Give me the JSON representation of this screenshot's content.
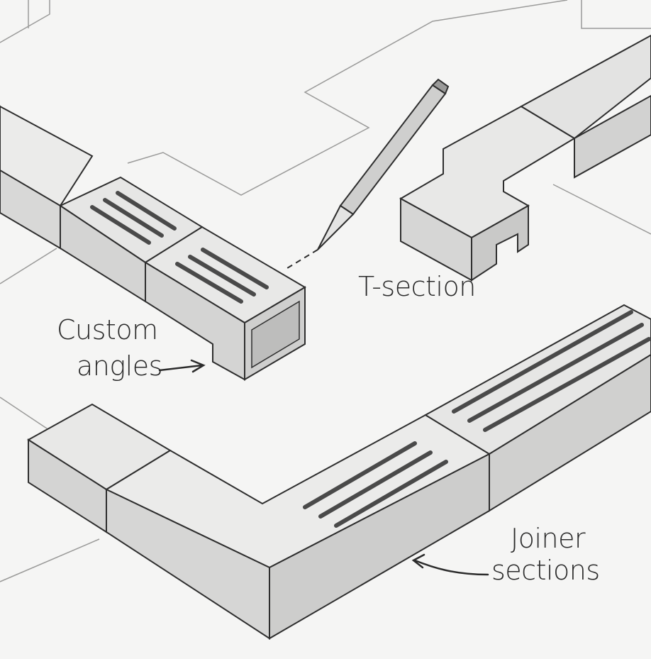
{
  "illustration": {
    "style": "pencil sketch",
    "subject": "modular cable trunking / duct sections",
    "labels": {
      "custom_angles_line1": "Custom",
      "custom_angles_line2": "angles",
      "t_section": "T-section",
      "joiner_line1": "Joiner",
      "joiner_line2": "sections"
    },
    "colors": {
      "paper": "#f5f5f4",
      "line": "#2e2e2e",
      "face_light": "#ebebea",
      "face_mid": "#dcdcdb",
      "face_dark": "#c9c9c8",
      "slot": "#4a4a4a"
    }
  }
}
